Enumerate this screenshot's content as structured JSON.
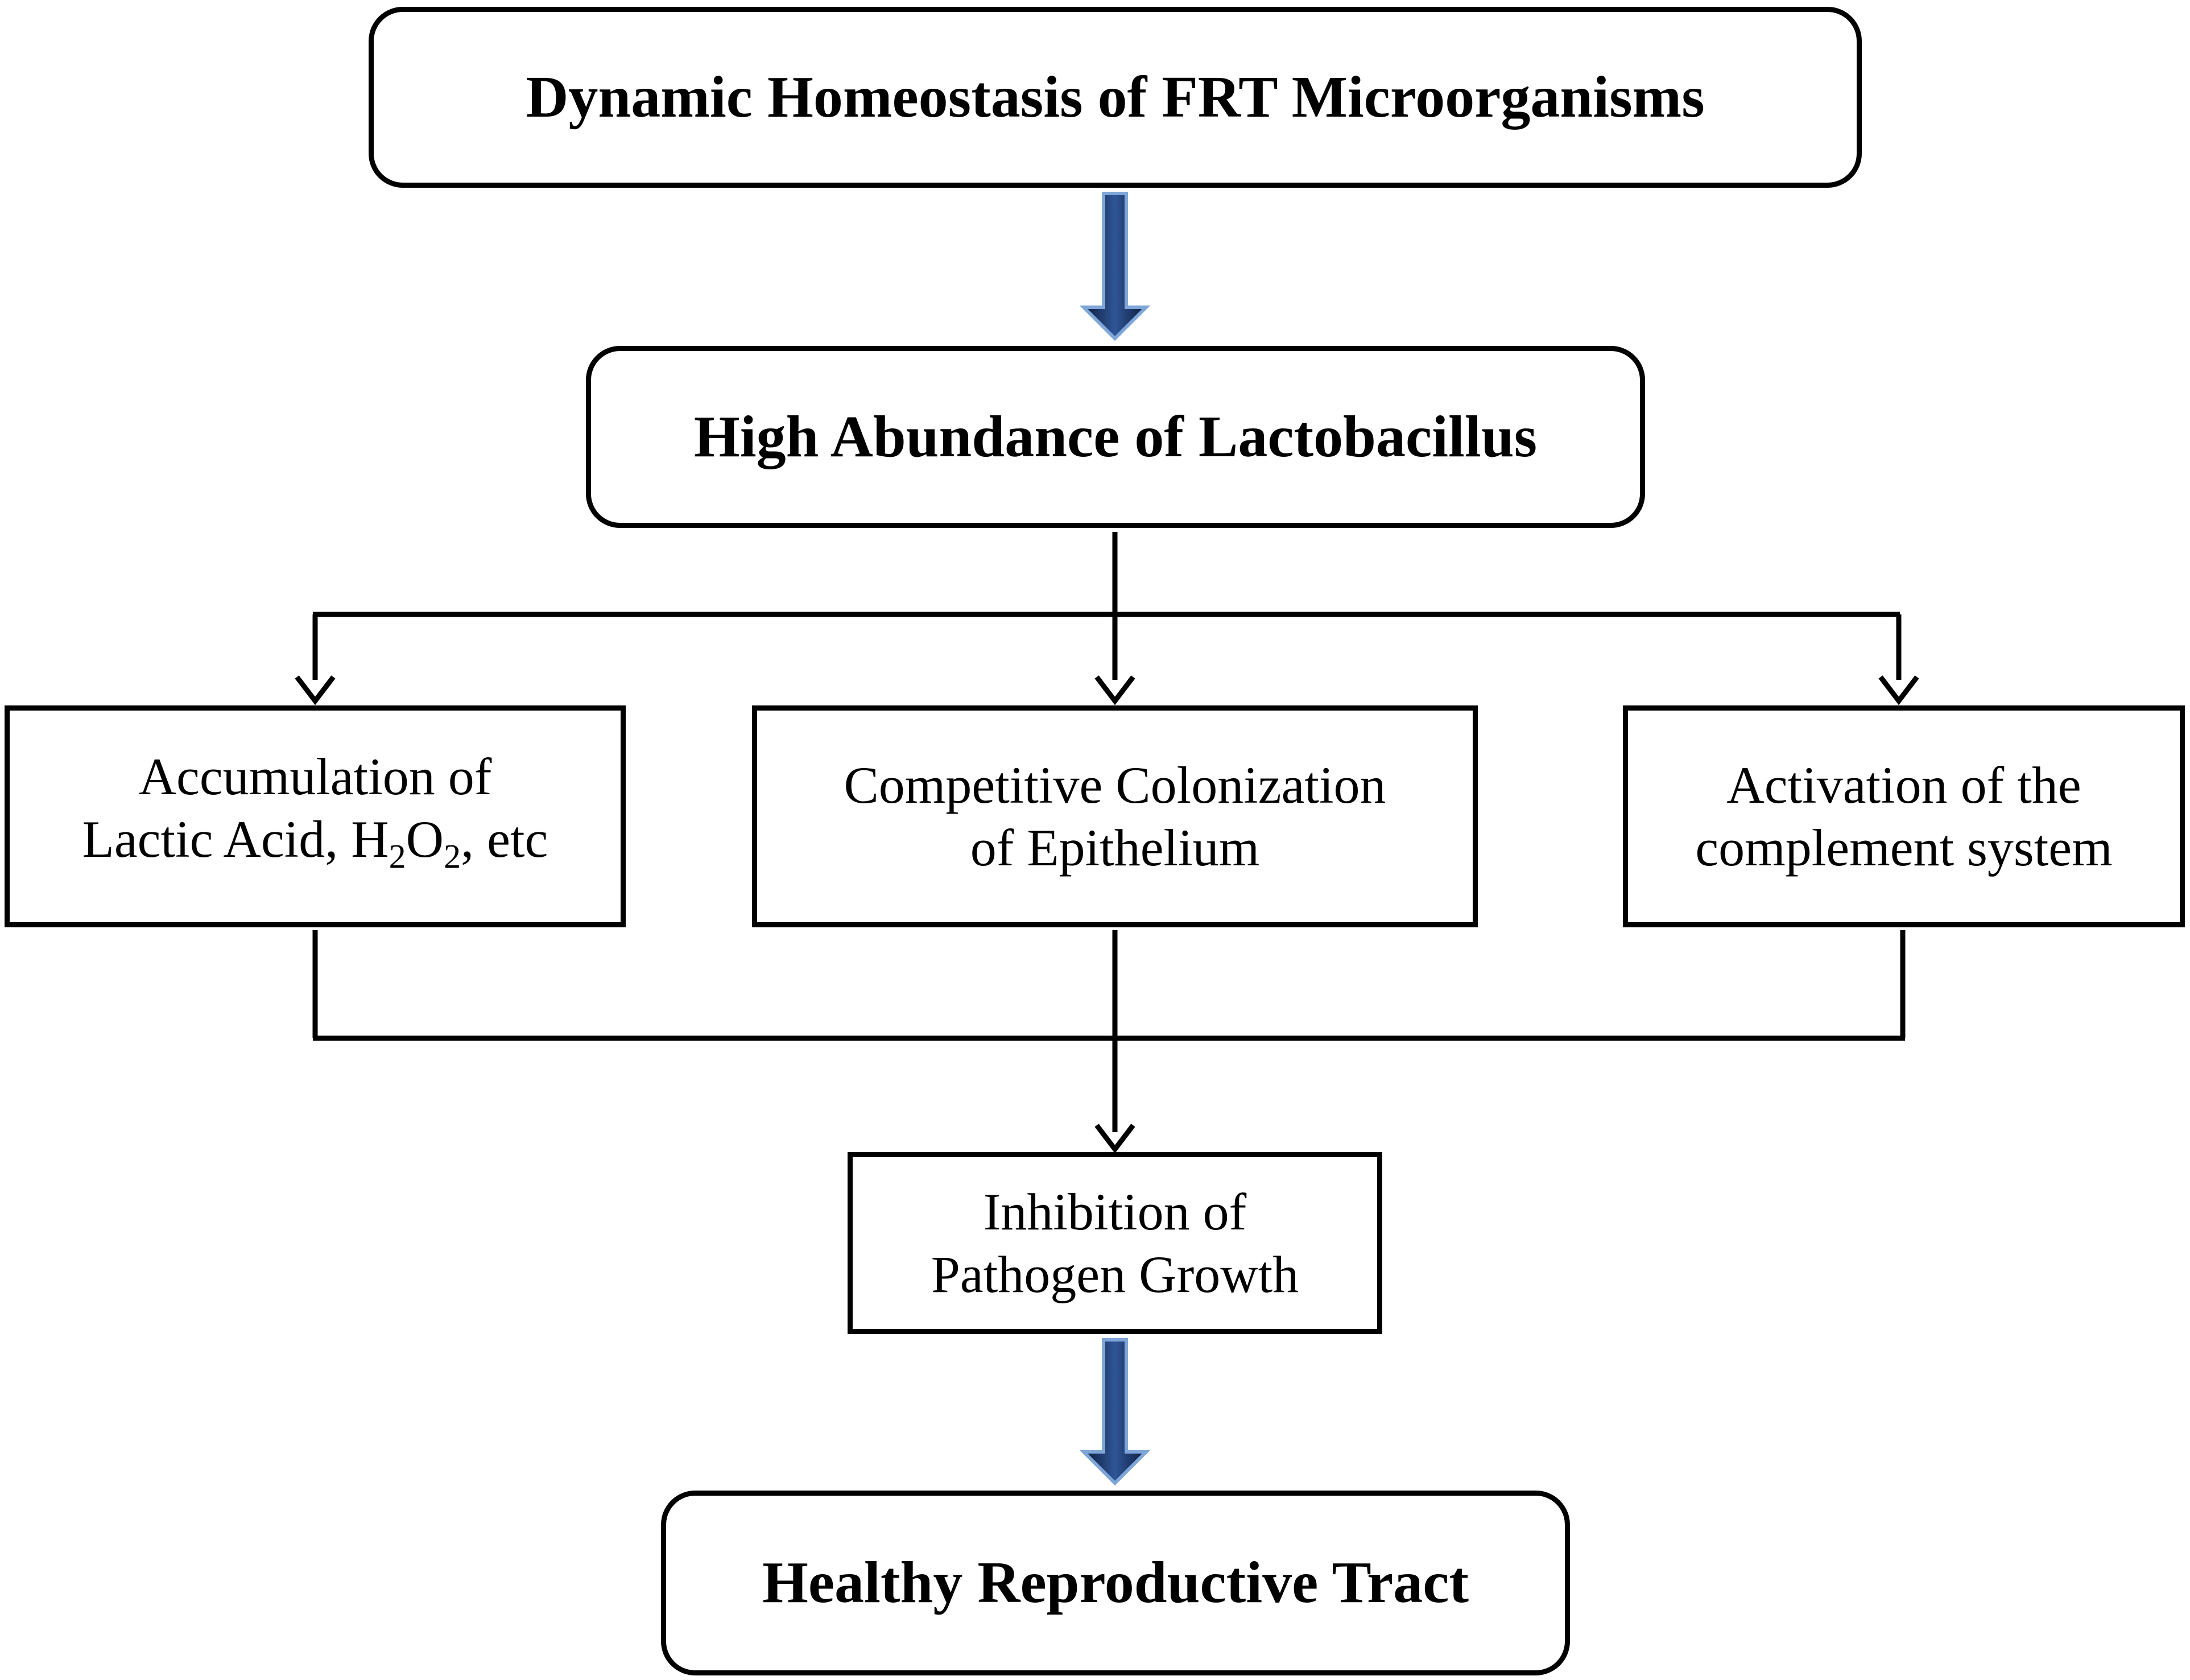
{
  "nodes": {
    "top": "Dynamic Homeostasis of FRT Microorganisms",
    "abundance": "High Abundance of Lactobacillus",
    "lactic": {
      "line1": "Accumulation of",
      "line2_pre": "Lactic Acid, H",
      "sub1": "2",
      "mid": "O",
      "sub2": "2",
      "line2_post": ", etc"
    },
    "colonization": {
      "line1": "Competitive Colonization",
      "line2": "of Epithelium"
    },
    "complement": {
      "line1": "Activation of the",
      "line2": "complement system"
    },
    "inhibition": {
      "line1": "Inhibition of",
      "line2": "Pathogen Growth"
    },
    "healthy": "Healthy Reproductive Tract"
  },
  "colors": {
    "block_arrow_fill": "#1f3a6e",
    "line": "#000000"
  }
}
